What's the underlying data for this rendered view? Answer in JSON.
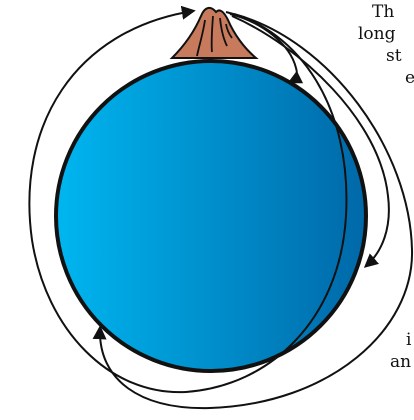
{
  "caption_fragments": {
    "line1": "Th",
    "line2": "long",
    "line3": "st",
    "line4": "e",
    "line5": "i",
    "line6": "an"
  },
  "colors": {
    "planet_light": "#00b6f0",
    "planet_dark": "#0068a8",
    "mountain": "#c87a5c",
    "outline": "#111111"
  },
  "icons": {
    "planet": "blue-sphere",
    "mountain": "volcano-peak"
  }
}
